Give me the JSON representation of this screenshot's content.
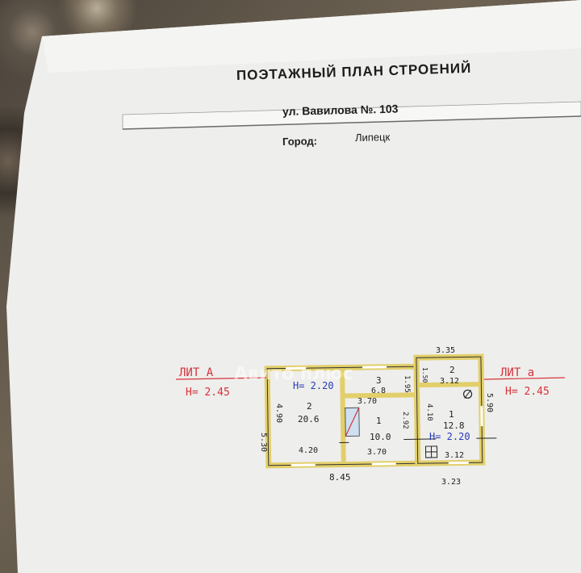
{
  "header": {
    "title": "ПОЭТАЖНЫЙ ПЛАН СТРОЕНИЙ",
    "address_street": "ул. Вавилова",
    "address_no_label": "№.",
    "address_no": "103",
    "city_label": "Город:",
    "city": "Липецк"
  },
  "plan": {
    "lit_a_left": "ЛИТ А",
    "height_left": "H= 2.45",
    "lit_a_right": "ЛИТ а",
    "height_right": "H= 2.45",
    "inner_height_left": "H= 2.20",
    "inner_height_right": "H= 2.20",
    "rooms": [
      {
        "no": "2",
        "area": "20.6"
      },
      {
        "no": "3",
        "area": "6.8"
      },
      {
        "no": "1",
        "area": "10.0"
      },
      {
        "no": "1",
        "area": "12.8"
      },
      {
        "no": "2",
        "area": "3.12"
      }
    ],
    "dims": {
      "overall_width": "8.45",
      "left_depth": "5.30",
      "room2_inner_depth": "4.90",
      "room2_width": "4.20",
      "room3_width": "3.70",
      "room1_width": "3.70",
      "right_top": "3.35",
      "right_bottom": "3.23",
      "right_depth": "5.90",
      "room3_depth": "1.95",
      "room1_depth": "2.92",
      "room12_depth": "4.10",
      "room12_width": "3.12",
      "small_depth": "1.50"
    },
    "watermark": "Авито плюс",
    "colors": {
      "wall_fill": "#e8d98a",
      "ink_red": "#d6333a",
      "ink_blue": "#2a3bb8",
      "ink_black": "#222222"
    }
  }
}
